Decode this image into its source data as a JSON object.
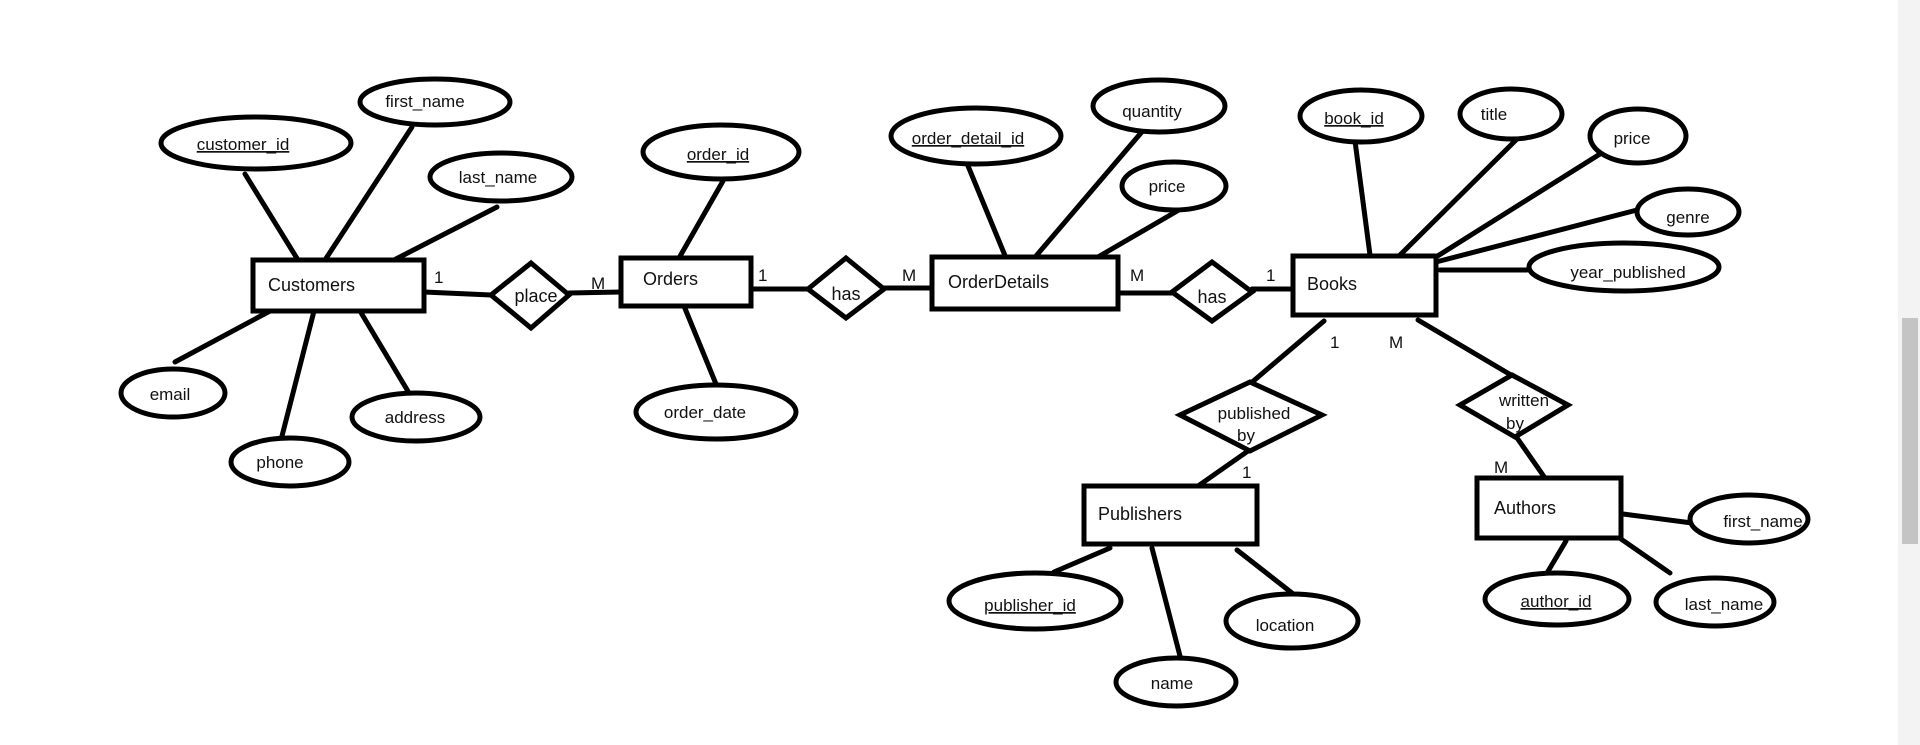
{
  "colors": {
    "stroke": "#000000",
    "background": "#ffffff",
    "scrollbar": "#c4c4c4"
  },
  "entities": {
    "customers": "Customers",
    "orders": "Orders",
    "order_details": "OrderDetails",
    "books": "Books",
    "publishers": "Publishers",
    "authors": "Authors"
  },
  "relationships": {
    "place": "place",
    "orders_has": "has",
    "details_has": "has",
    "published_by": [
      "published",
      "by"
    ],
    "written_by": [
      "written",
      "by"
    ]
  },
  "attributes": {
    "customer_id": "customer_id",
    "customer_first_name": "first_name",
    "customer_last_name": "last_name",
    "email": "email",
    "phone": "phone",
    "address": "address",
    "order_id": "order_id",
    "order_date": "order_date",
    "order_detail_id": "order_detail_id",
    "quantity": "quantity",
    "detail_price": "price",
    "book_id": "book_id",
    "title": "title",
    "book_price": "price",
    "genre": "genre",
    "year_published": "year_published",
    "publisher_id": "publisher_id",
    "publisher_name": "name",
    "location": "location",
    "author_id": "author_id",
    "author_first_name": "first_name",
    "author_last_name": "last_name"
  },
  "cardinalities": {
    "customers_place": "1",
    "place_orders": "M",
    "orders_has": "1",
    "has_details": "M",
    "details_has": "M",
    "has_books": "1",
    "books_published": "1",
    "published_publishers": "1",
    "books_written": "M",
    "written_authors": "M"
  }
}
